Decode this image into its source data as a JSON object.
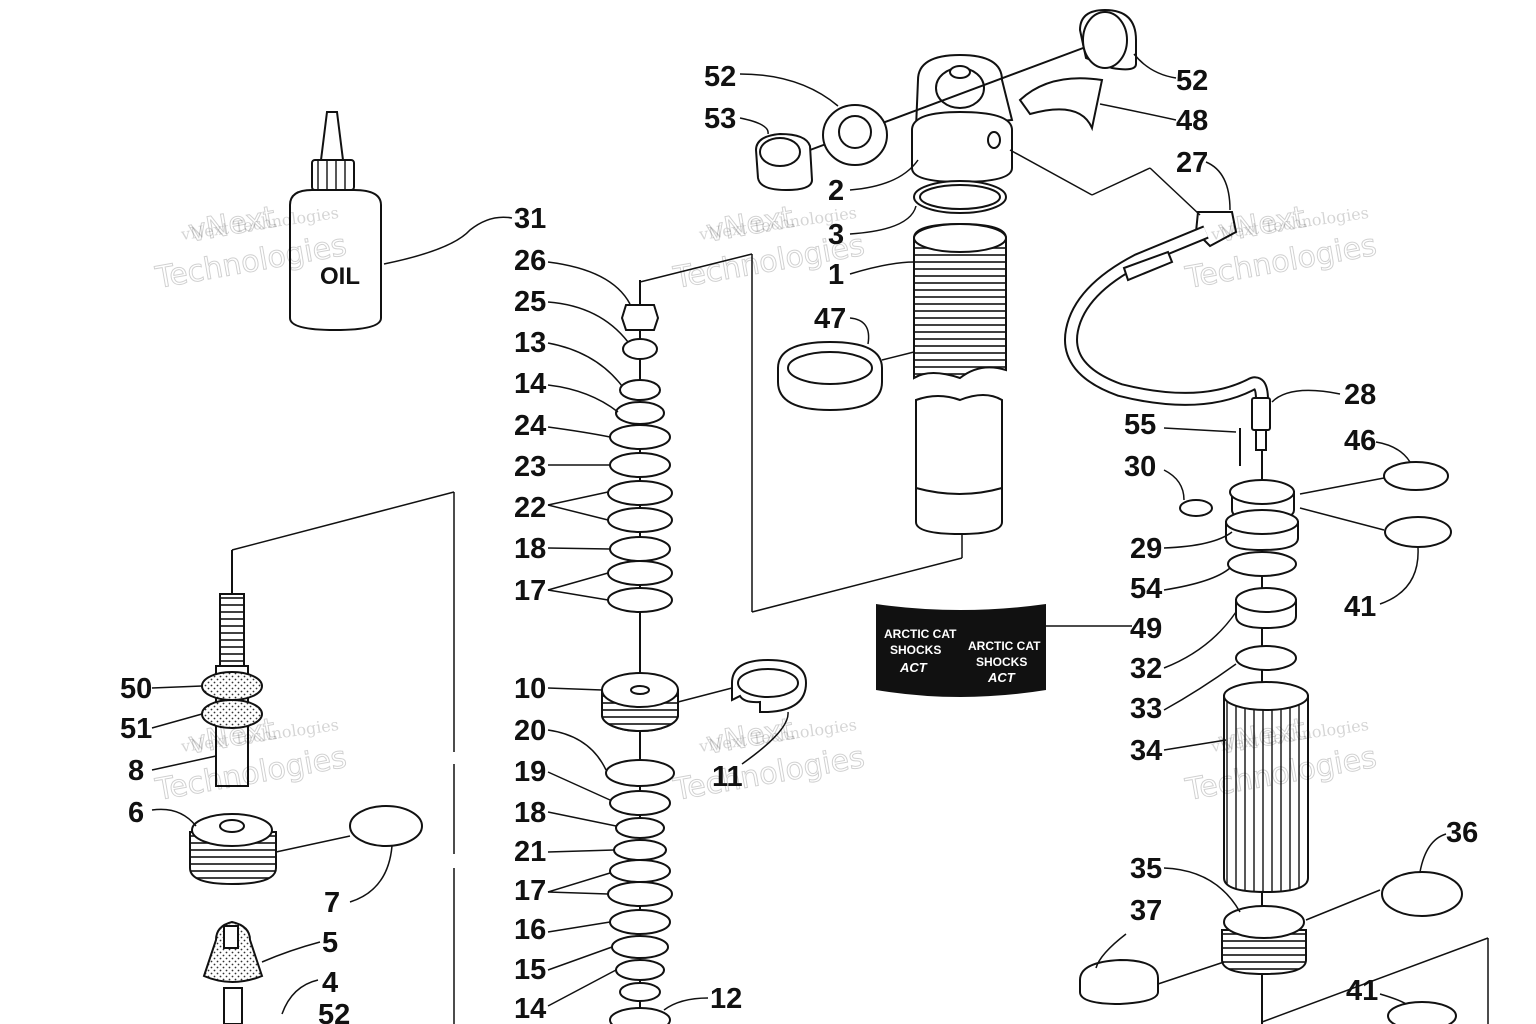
{
  "diagram": {
    "callouts": [
      {
        "id": "c31",
        "text": "31"
      },
      {
        "id": "c26",
        "text": "26"
      },
      {
        "id": "c25",
        "text": "25"
      },
      {
        "id": "c13",
        "text": "13"
      },
      {
        "id": "c14a",
        "text": "14"
      },
      {
        "id": "c24",
        "text": "24"
      },
      {
        "id": "c23",
        "text": "23"
      },
      {
        "id": "c22",
        "text": "22"
      },
      {
        "id": "c18a",
        "text": "18"
      },
      {
        "id": "c17a",
        "text": "17"
      },
      {
        "id": "c10",
        "text": "10"
      },
      {
        "id": "c20",
        "text": "20"
      },
      {
        "id": "c19",
        "text": "19"
      },
      {
        "id": "c18b",
        "text": "18"
      },
      {
        "id": "c21",
        "text": "21"
      },
      {
        "id": "c17b",
        "text": "17"
      },
      {
        "id": "c16",
        "text": "16"
      },
      {
        "id": "c15",
        "text": "15"
      },
      {
        "id": "c14b",
        "text": "14"
      },
      {
        "id": "c12",
        "text": "12"
      },
      {
        "id": "c11",
        "text": "11"
      },
      {
        "id": "c52a",
        "text": "52"
      },
      {
        "id": "c53",
        "text": "53"
      },
      {
        "id": "c2",
        "text": "2"
      },
      {
        "id": "c3",
        "text": "3"
      },
      {
        "id": "c1",
        "text": "1"
      },
      {
        "id": "c47",
        "text": "47"
      },
      {
        "id": "c52b",
        "text": "52"
      },
      {
        "id": "c48",
        "text": "48"
      },
      {
        "id": "c27",
        "text": "27"
      },
      {
        "id": "c28",
        "text": "28"
      },
      {
        "id": "c55",
        "text": "55"
      },
      {
        "id": "c46",
        "text": "46"
      },
      {
        "id": "c30",
        "text": "30"
      },
      {
        "id": "c29",
        "text": "29"
      },
      {
        "id": "c54",
        "text": "54"
      },
      {
        "id": "c41a",
        "text": "41"
      },
      {
        "id": "c49",
        "text": "49"
      },
      {
        "id": "c32",
        "text": "32"
      },
      {
        "id": "c33",
        "text": "33"
      },
      {
        "id": "c34",
        "text": "34"
      },
      {
        "id": "c36",
        "text": "36"
      },
      {
        "id": "c35",
        "text": "35"
      },
      {
        "id": "c37",
        "text": "37"
      },
      {
        "id": "c41b",
        "text": "41"
      },
      {
        "id": "c50",
        "text": "50"
      },
      {
        "id": "c51",
        "text": "51"
      },
      {
        "id": "c8",
        "text": "8"
      },
      {
        "id": "c6",
        "text": "6"
      },
      {
        "id": "c7",
        "text": "7"
      },
      {
        "id": "c5",
        "text": "5"
      },
      {
        "id": "c4",
        "text": "4"
      },
      {
        "id": "c52c",
        "text": "52"
      }
    ],
    "oil_label": "OIL",
    "decal": {
      "brand_line1": "ARCTIC CAT",
      "brand_line2": "SHOCKS",
      "logo": "ACT"
    },
    "watermark": {
      "small": "vNext Technologies",
      "big_line1": "vNext",
      "big_line2": "Technologies"
    }
  }
}
